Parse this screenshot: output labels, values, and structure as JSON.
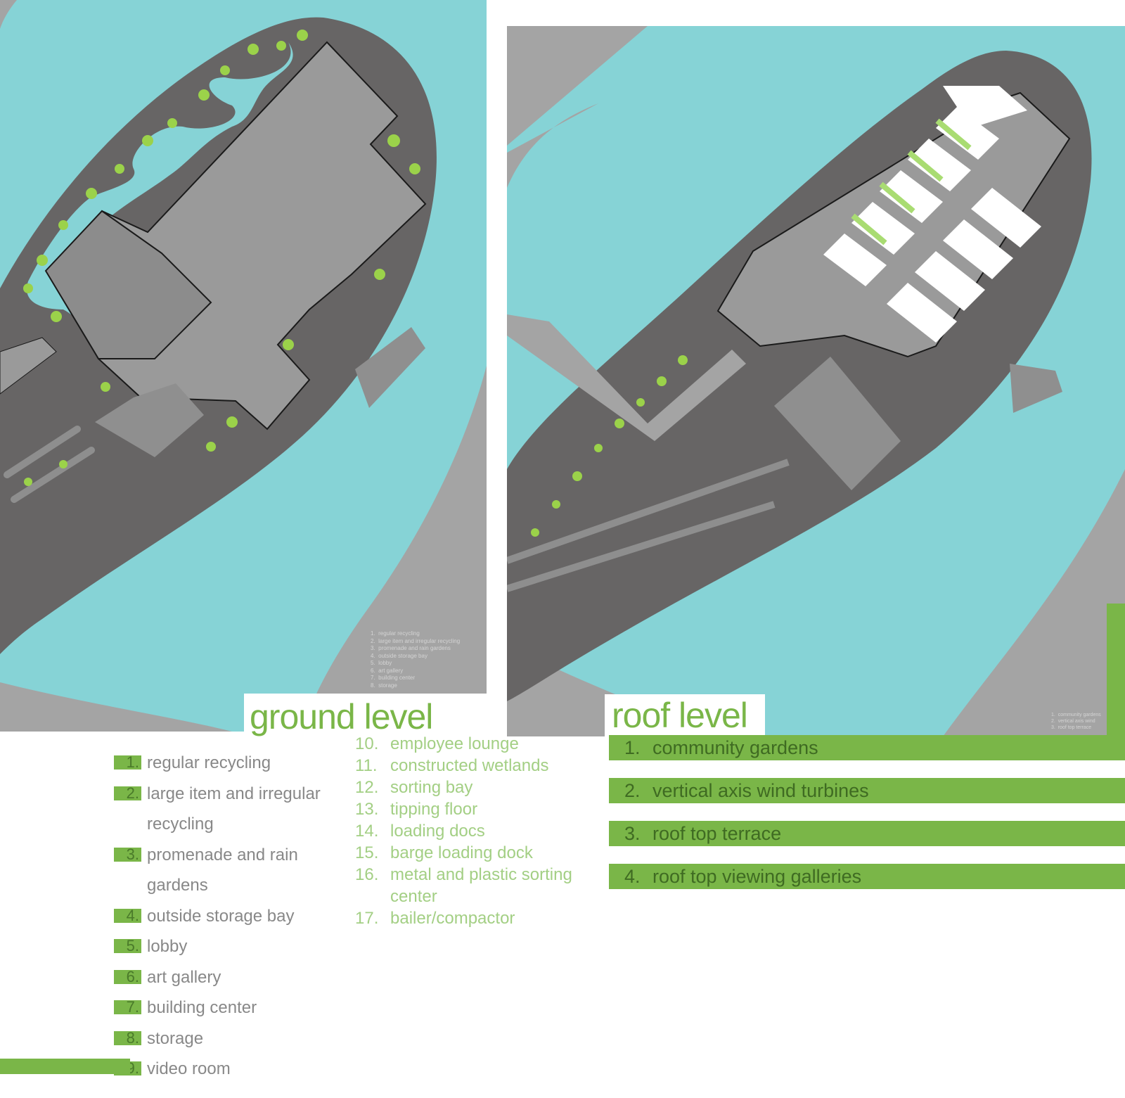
{
  "ground_level": {
    "title": "ground level",
    "key_primary": [
      {
        "num": "1.",
        "text": "regular recycling"
      },
      {
        "num": "2.",
        "text": "large item and irregular recycling"
      },
      {
        "num": "3.",
        "text": "promenade and rain gardens"
      },
      {
        "num": "4.",
        "text": "outside storage bay"
      },
      {
        "num": "5.",
        "text": "lobby"
      },
      {
        "num": "6.",
        "text": "art gallery"
      },
      {
        "num": "7.",
        "text": "building center"
      },
      {
        "num": "8.",
        "text": "storage"
      },
      {
        "num": "9.",
        "text": "video room"
      }
    ],
    "key_secondary": [
      {
        "num": "10.",
        "text": "employee lounge"
      },
      {
        "num": "11.",
        "text": "constructed wetlands"
      },
      {
        "num": "12.",
        "text": "sorting bay"
      },
      {
        "num": "13.",
        "text": "tipping floor"
      },
      {
        "num": "14.",
        "text": "loading docs"
      },
      {
        "num": "15.",
        "text": "barge loading dock"
      },
      {
        "num": "16.",
        "text": "metal and plastic sorting center"
      },
      {
        "num": "17.",
        "text": "bailer/compactor"
      }
    ],
    "mini_legend": "1.  regular recycling\n2.  large item and irregular recycling\n3.  promenade and rain gardens\n4.  outside storage bay\n5.  lobby\n6.  art gallery\n7.  building center\n8.  storage"
  },
  "roof_level": {
    "title": "roof level",
    "key": [
      {
        "num": "1.",
        "text": "community gardens"
      },
      {
        "num": "2.",
        "text": "vertical axis wind turbines"
      },
      {
        "num": "3.",
        "text": "roof top terrace"
      },
      {
        "num": "4.",
        "text": "roof top viewing galleries"
      }
    ],
    "mini_legend": "1.  community gardens\n2.  vertical axis wind\n3.  roof top terrace"
  },
  "colors": {
    "water": "#86d3d6",
    "land_dark": "#676565",
    "land_light": "#a4a4a4",
    "building": "#9a9a9a",
    "accent_green": "#7ab648",
    "light_green": "#a3cf84"
  }
}
